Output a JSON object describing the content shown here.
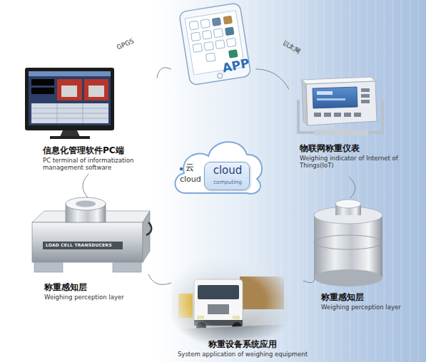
{
  "diagram": {
    "nodes": [
      {
        "text": [
          "APP"
        ]
      },
      {
        "text": [
          "信息化管理软件PC端",
          "PC terminal of informatization management software"
        ]
      },
      {
        "text": [
          "物联网称重仪表",
          "Weighing indicator of Internet of Things(IoT)"
        ]
      },
      {
        "text": [
          "云",
          "cloud"
        ]
      },
      {
        "text": [
          "cloud",
          "computing"
        ],
        "in": 3
      },
      {
        "text": [
          "称重感知层",
          "Weighing perception layer"
        ]
      },
      {
        "text": [
          "称重感知层",
          "Weighing perception layer"
        ]
      },
      {
        "text": [
          "称重设备系统应用",
          "System application of weighing equipment"
        ]
      }
    ],
    "edges": [
      {
        "from": 1,
        "to": 0,
        "arrow": "none",
        "label": "GPGS"
      },
      {
        "from": 0,
        "to": 2,
        "arrow": "none",
        "label": "以太网"
      },
      {
        "from": 2,
        "to": 6,
        "arrow": "none"
      },
      {
        "from": 6,
        "to": 7,
        "arrow": "none"
      },
      {
        "from": 7,
        "to": 5,
        "arrow": "none"
      },
      {
        "from": 5,
        "to": 1,
        "arrow": "none"
      }
    ],
    "labels": [
      "LOAD CELL TRANSDUCERS"
    ]
  }
}
